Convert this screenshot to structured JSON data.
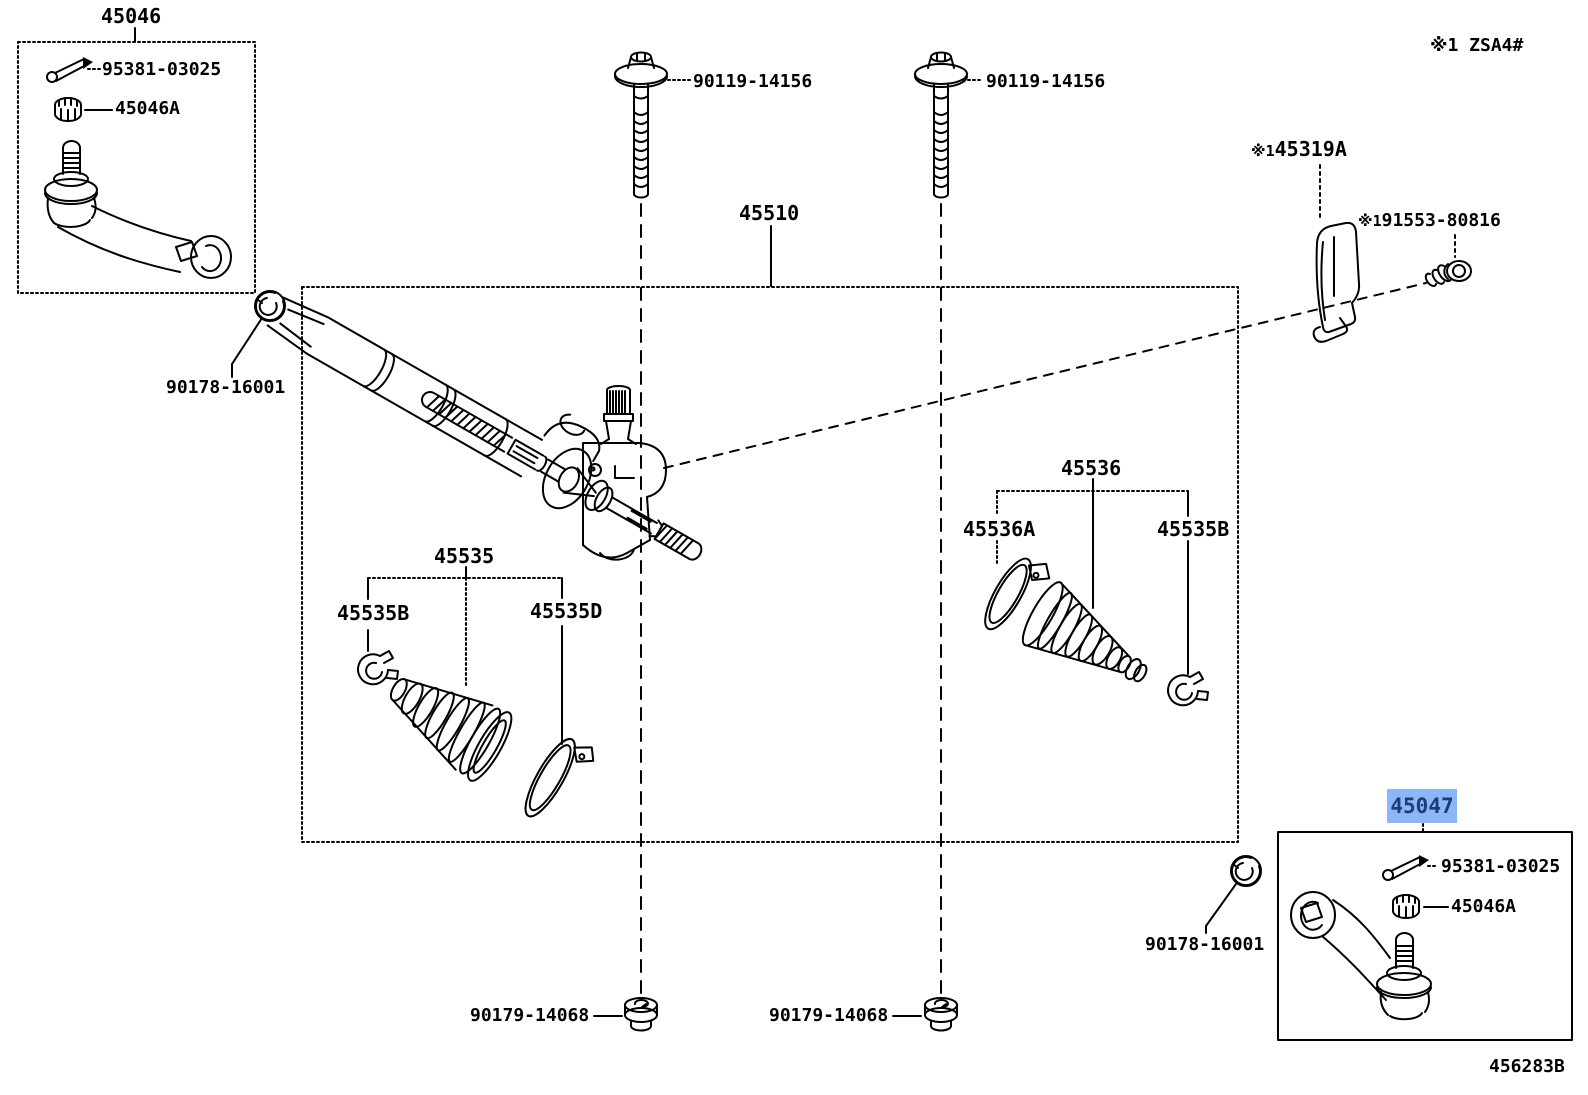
{
  "header": {
    "variant_note": "※1 ZSA4#"
  },
  "footer": {
    "diagram_code": "456283B"
  },
  "colors": {
    "line": "#000000",
    "background": "#ffffff",
    "highlight_bg": "#8cb6f8",
    "highlight_text": "#1d3c78"
  },
  "parts": {
    "tie_rod_left": {
      "title": "45046",
      "cotter_pin": "95381-03025",
      "castle_nut": "45046A"
    },
    "rack": {
      "title": "45510"
    },
    "mount_bolt_left": "90119-14156",
    "mount_bolt_right": "90119-14156",
    "rack_nut_upper": "90178-16001",
    "rack_nut_lower": "90178-16001",
    "boot_left": {
      "title": "45535",
      "clamp_b": "45535B",
      "clamp_d": "45535D"
    },
    "boot_right": {
      "title": "45536",
      "clamp_a": "45536A",
      "clamp_b": "45535B"
    },
    "bracket": {
      "prefix": "※1",
      "number": "45319A"
    },
    "bracket_bolt": {
      "prefix": "※1",
      "number": "91553-80816"
    },
    "mount_nut_left": "90179-14068",
    "mount_nut_right": "90179-14068",
    "tie_rod_right": {
      "title": "45047",
      "cotter_pin": "95381-03025",
      "castle_nut": "45046A",
      "highlighted": true
    }
  }
}
